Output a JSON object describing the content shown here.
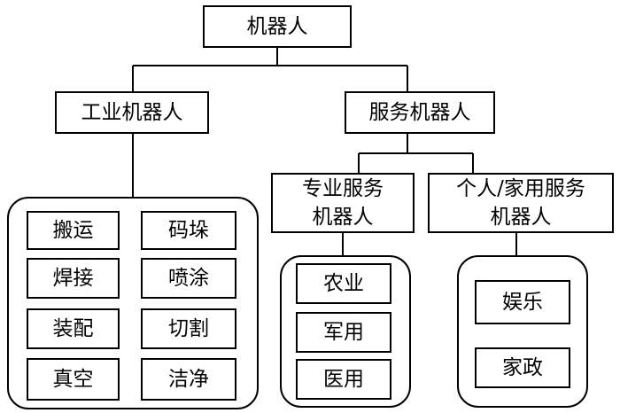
{
  "root": {
    "label": "机器人"
  },
  "industrial": {
    "label": "工业机器人",
    "items": [
      "搬运",
      "码垛",
      "焊接",
      "喷涂",
      "装配",
      "切割",
      "真空",
      "洁净"
    ]
  },
  "service": {
    "label": "服务机器人",
    "professional": {
      "label": "专业服务\n机器人",
      "items": [
        "农业",
        "军用",
        "医用"
      ]
    },
    "personal": {
      "label": "个人/家用服务\n机器人",
      "items": [
        "娱乐",
        "家政"
      ]
    }
  }
}
